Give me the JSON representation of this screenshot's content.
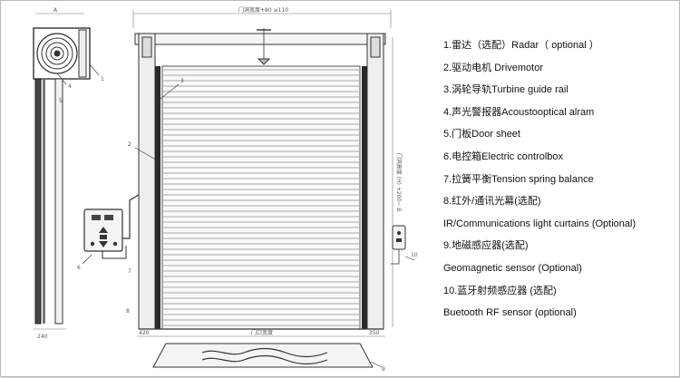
{
  "legend": {
    "lines": [
      "1.雷达（选配）Radar（ optional ）",
      "2.驱动电机 Drivemotor",
      "3.涡轮导轨Turbine guide rail",
      "4.声光警报器Acoustooptical  alram",
      "5.门板Door sheet",
      "6.电控箱Electric controlbox",
      "7.拉簧平衡Tension spring balance",
      "8.红外/通讯光幕(选配)",
      "IR/Communications light curtains (Optional)",
      "9.地磁感应器(选配)",
      "Geomagnetic sensor (Optional)",
      "10.蓝牙射频感应器 (选配)",
      " Buetooth RF sensor (optional)"
    ]
  },
  "drawing": {
    "side_width_label": "A",
    "side_bottom_dim": "240",
    "top_width_dim": "门洞宽度+80 ≥110",
    "bottom_width_dim": "门口宽度",
    "bottom_left_dim": "420",
    "bottom_right_dim": "350",
    "height_dim": "门洞高度 (H) +200~ B",
    "callouts": [
      "1",
      "2",
      "3",
      "4",
      "5",
      "6",
      "7",
      "8",
      "9",
      "10"
    ]
  }
}
